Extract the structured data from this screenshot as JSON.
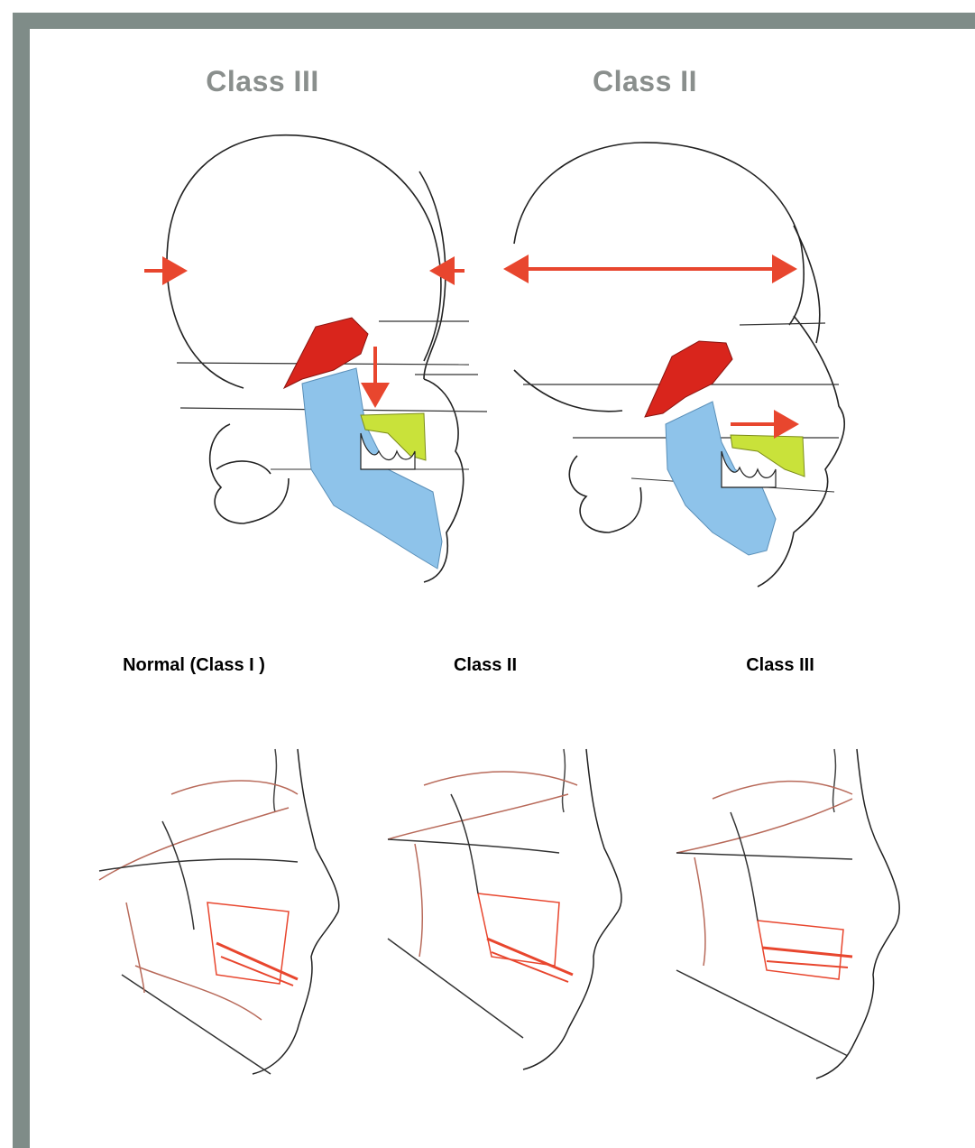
{
  "colors": {
    "frame": "#7f8c88",
    "top_title": "#8a8f8d",
    "arrow": "#e8462e",
    "muscle": "#d9251c",
    "mandible": "#8ec3ea",
    "maxilla": "#c9e23a",
    "trace_red": "#e8462e",
    "trace_dark": "#333333"
  },
  "top_row": {
    "left_title": "Class III",
    "right_title": "Class II"
  },
  "bottom_row": {
    "titles": [
      "Normal (Class I )",
      "Class II",
      "Class III"
    ]
  }
}
